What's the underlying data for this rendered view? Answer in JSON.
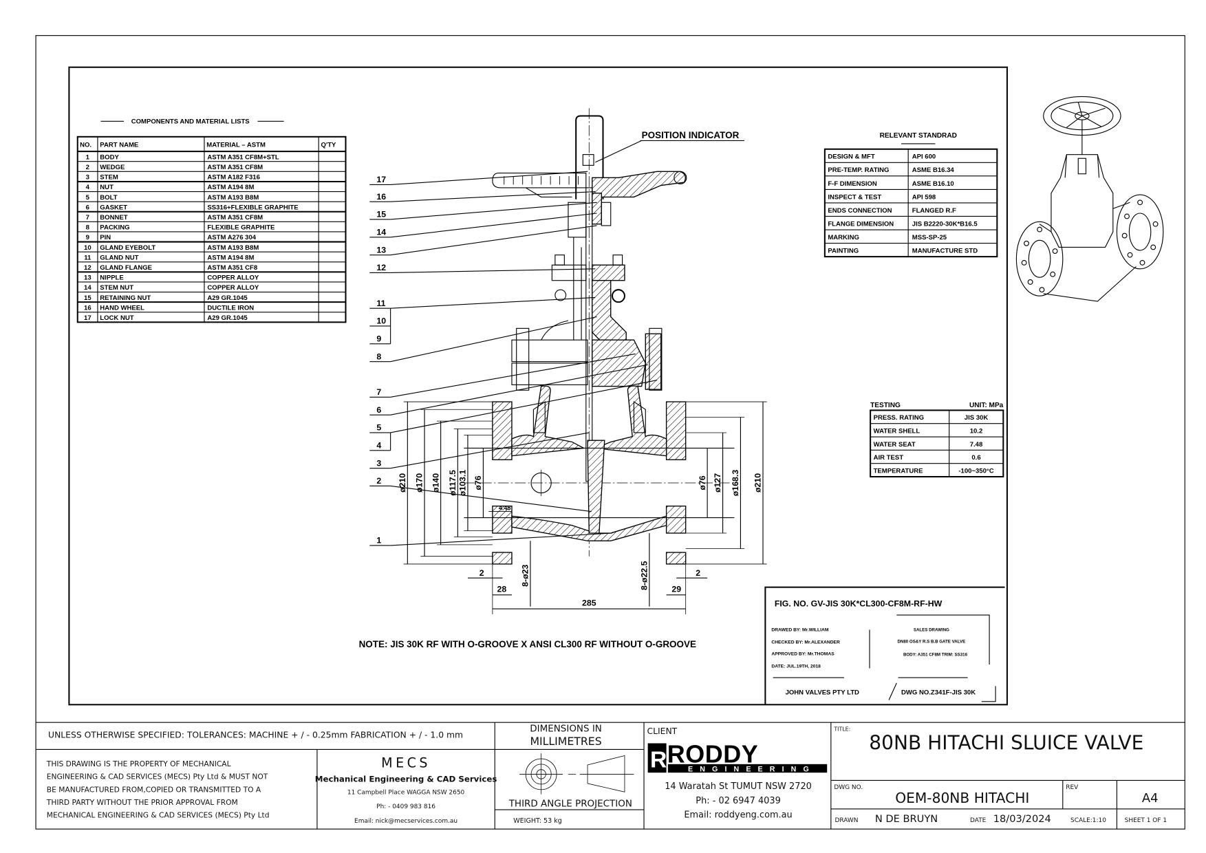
{
  "components": {
    "title": "COMPONENTS AND MATERIAL LISTS",
    "headers": [
      "NO.",
      "PART NAME",
      "MATERIAL – ASTM",
      "Q'TY"
    ],
    "rows": [
      {
        "no": "1",
        "name": "BODY",
        "material": "ASTM A351 CF8M+STL",
        "qty": ""
      },
      {
        "no": "2",
        "name": "WEDGE",
        "material": "ASTM A351 CF8M",
        "qty": ""
      },
      {
        "no": "3",
        "name": "STEM",
        "material": "ASTM A182 F316",
        "qty": ""
      },
      {
        "no": "4",
        "name": "NUT",
        "material": "ASTM A194 8M",
        "qty": ""
      },
      {
        "no": "5",
        "name": "BOLT",
        "material": "ASTM A193 B8M",
        "qty": ""
      },
      {
        "no": "6",
        "name": "GASKET",
        "material": "SS316+FLEXIBLE GRAPHITE",
        "qty": ""
      },
      {
        "no": "7",
        "name": "BONNET",
        "material": "ASTM A351 CF8M",
        "qty": ""
      },
      {
        "no": "8",
        "name": "PACKING",
        "material": "FLEXIBLE GRAPHITE",
        "qty": ""
      },
      {
        "no": "9",
        "name": "PIN",
        "material": "ASTM A276 304",
        "qty": ""
      },
      {
        "no": "10",
        "name": "GLAND EYEBOLT",
        "material": "ASTM A193 B8M",
        "qty": ""
      },
      {
        "no": "11",
        "name": "GLAND NUT",
        "material": "ASTM A194 8M",
        "qty": ""
      },
      {
        "no": "12",
        "name": "GLAND FLANGE",
        "material": "ASTM A351 CF8",
        "qty": ""
      },
      {
        "no": "13",
        "name": "NIPPLE",
        "material": "COPPER ALLOY",
        "qty": ""
      },
      {
        "no": "14",
        "name": "STEM NUT",
        "material": "COPPER ALLOY",
        "qty": ""
      },
      {
        "no": "15",
        "name": "RETAINING NUT",
        "material": "A29 GR.1045",
        "qty": ""
      },
      {
        "no": "16",
        "name": "HAND WHEEL",
        "material": "DUCTILE IRON",
        "qty": ""
      },
      {
        "no": "17",
        "name": "LOCK NUT",
        "material": "A29 GR.1045",
        "qty": ""
      }
    ]
  },
  "standards": {
    "title": "RELEVANT STANDRAD",
    "rows": [
      [
        "DESIGN & MFT",
        "API 600"
      ],
      [
        "PRE-TEMP. RATING",
        "ASME B16.34"
      ],
      [
        "F-F DIMENSION",
        "ASME B16.10"
      ],
      [
        "INSPECT & TEST",
        "API 598"
      ],
      [
        "ENDS CONNECTION",
        "FLANGED R.F"
      ],
      [
        "FLANGE DIMENSION",
        "JIS B2220-30K*B16.5"
      ],
      [
        "MARKING",
        "MSS-SP-25"
      ],
      [
        "PAINTING",
        "MANUFACTURE STD"
      ]
    ]
  },
  "testing": {
    "title": "TESTING",
    "unit": "UNIT: MPa",
    "rows": [
      [
        "PRESS. RATING",
        "JIS 30K"
      ],
      [
        "WATER SHELL",
        "10.2"
      ],
      [
        "WATER SEAT",
        "7.48"
      ],
      [
        "AIR TEST",
        "0.6"
      ],
      [
        "TEMPERATURE",
        "-100~350°C"
      ]
    ]
  },
  "drawing": {
    "position_indicator": "POSITION INDICATOR",
    "leaders": [
      "17",
      "16",
      "15",
      "14",
      "13",
      "12",
      "11",
      "10",
      "9",
      "8",
      "7",
      "6",
      "5",
      "4",
      "3",
      "2",
      "1"
    ],
    "dims_left": [
      "ø210",
      "ø170",
      "ø140",
      "ø117.5",
      "ø103.1",
      "ø76"
    ],
    "dims_right": [
      "ø76",
      "ø127",
      "ø168.3",
      "ø210"
    ],
    "dim_445": "4.45",
    "dim_2_left": "2",
    "dim_2_right": "2",
    "dim_28": "28",
    "dim_29": "29",
    "dim_holes_left": "8-ø23",
    "dim_holes_right": "8-ø22.5",
    "dim_285": "285",
    "note": "NOTE: JIS 30K RF WITH O-GROOVE X ANSI CL300 RF WITHOUT O-GROOVE"
  },
  "fig_box": {
    "fig_no": "FIG. NO. GV-JIS 30K*CL300-CF8M-RF-HW",
    "drawn_by": "DRAWED BY: Mr.WILLIAM",
    "checked_by": "CHECKED BY: Mr.ALEXANDER",
    "approved_by": "APPROVED BY: Mr.THOMAS",
    "date": "DATE: JUL.19TH, 2018",
    "sales_drawing": "SALES DRAWING",
    "desc1": "DN80 OS&Y R.S B.B GATE VALVE",
    "desc2": "BODY: A351 CF8M TRIM: SS316",
    "company": "JOHN VALVES PTY LTD",
    "dwg_no": "DWG NO.Z341F-JIS 30K"
  },
  "title_block": {
    "tolerances": "UNLESS OTHERWISE SPECIFIED: TOLERANCES: MACHINE + / - 0.25mm  FABRICATION + / - 1.0 mm",
    "dimensions_line1": "DIMENSIONS IN",
    "dimensions_line2": "MILLIMETRES",
    "property_lines": [
      "THIS DRAWING IS THE PROPERTY OF MECHANICAL",
      "ENGINEERING & CAD SERVICES (MECS) Pty Ltd & MUST NOT",
      "BE MANUFACTURED FROM,COPIED OR TRANSMITTED TO A",
      "THIRD PARTY WITHOUT THE PRIOR APPROVAL FROM",
      "MECHANICAL ENGINEERING & CAD SERVICES (MECS) Pty Ltd"
    ],
    "mecs_logo": "MECS",
    "mecs_name": "Mechanical Engineering & CAD Services",
    "mecs_address": "11 Campbell Place WAGGA NSW 2650",
    "mecs_phone": "Ph: - 0409 983 816",
    "mecs_email": "Email: nick@mecservices.com.au",
    "projection": "THIRD ANGLE PROJECTION",
    "weight": "WEIGHT: 53 kg",
    "client_label": "CLIENT",
    "client_logo_main": "RODDY",
    "client_logo_sub": "ENGINEERING",
    "client_address": "14 Waratah St TUMUT NSW 2720",
    "client_phone": "Ph: - 02 6947 4039",
    "client_email": "Email: roddyeng.com.au",
    "title_label": "TITLE:",
    "title": "80NB HITACHI SLUICE VALVE",
    "dwg_no_label": "DWG NO.",
    "dwg_no": "OEM-80NB HITACHI",
    "rev_label": "REV",
    "size": "A4",
    "drawn_label": "DRAWN",
    "drawn_by": "N DE BRUYN",
    "date_label": "DATE",
    "date": "18/03/2024",
    "scale": "SCALE:1:10",
    "sheet": "SHEET 1 OF 1"
  }
}
